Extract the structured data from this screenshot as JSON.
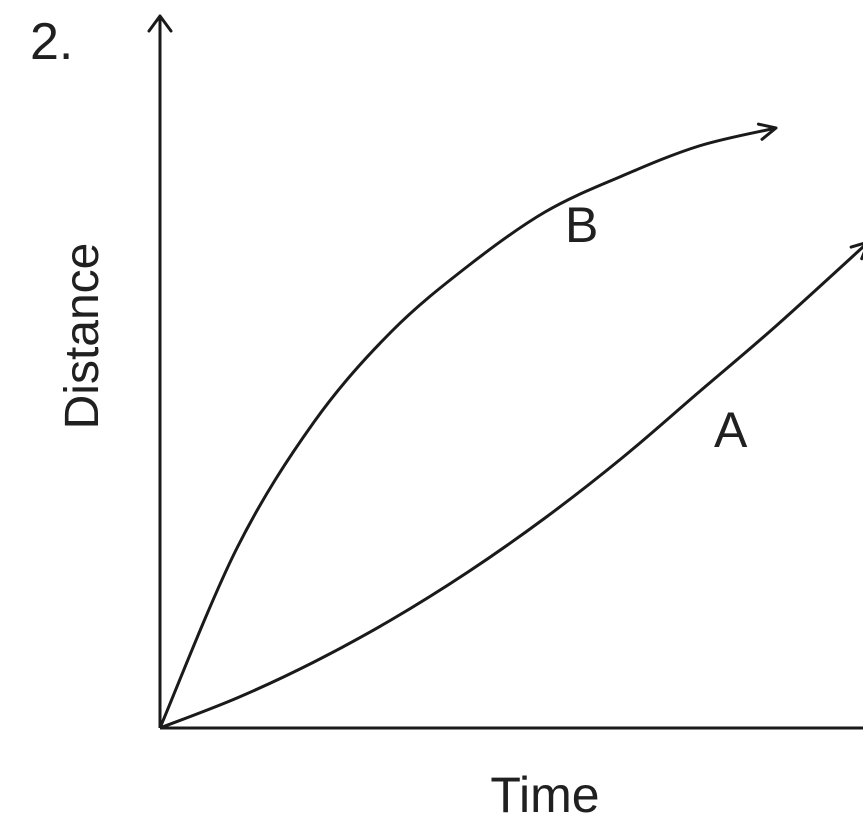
{
  "question_number": "2.",
  "chart_data": {
    "type": "line",
    "xlabel": "Time",
    "ylabel": "Distance",
    "axis_ticks": false,
    "grid": false,
    "series": [
      {
        "name": "B",
        "shape": "concave-down",
        "x": [
          0,
          0.1,
          0.2,
          0.3,
          0.4,
          0.5,
          0.6,
          0.7,
          0.8
        ],
        "y": [
          0,
          0.3,
          0.51,
          0.66,
          0.77,
          0.86,
          0.92,
          0.97,
          1.0
        ]
      },
      {
        "name": "A",
        "shape": "concave-up",
        "x": [
          0,
          0.1,
          0.2,
          0.3,
          0.4,
          0.5,
          0.6,
          0.7,
          0.8,
          0.92
        ],
        "y": [
          0,
          0.05,
          0.11,
          0.18,
          0.26,
          0.35,
          0.45,
          0.56,
          0.67,
          0.81
        ]
      }
    ]
  }
}
